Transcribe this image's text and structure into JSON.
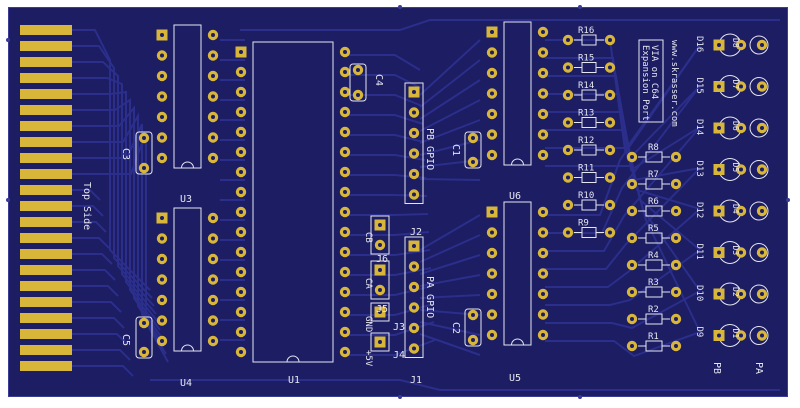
{
  "board": {
    "colors": {
      "substrate": "#1c1d63",
      "trace": "#2a2d86",
      "silk": "#e6e6f0",
      "gold": "#d8b63a",
      "background": "#ffffff"
    },
    "text": {
      "top_side": "Top Side",
      "url": "www.skrasser.com",
      "title_line1": "VIA on C64",
      "title_line2": "Expansion Port",
      "pb_gpio": "PB GPIO",
      "pa_gpio": "PA GPIO",
      "pb": "PB",
      "pa": "PA",
      "cb": "CB",
      "ca": "CA",
      "gnd": "GND",
      "plus5v": "+5V"
    },
    "ics": {
      "u1": "U1",
      "u3": "U3",
      "u4": "U4",
      "u5": "U5",
      "u6": "U6"
    },
    "connectors": {
      "j1": "J1",
      "j2": "J2",
      "j3": "J3",
      "j4": "J4",
      "j5": "J5",
      "j6": "J6"
    },
    "capacitors": {
      "c1": "C1",
      "c2": "C2",
      "c3": "C3",
      "c4": "C4",
      "c5": "C5"
    },
    "resistors_upper": [
      "R16",
      "R15",
      "R14",
      "R13",
      "R12",
      "R11",
      "R10",
      "R9"
    ],
    "resistors_lower": [
      "R8",
      "R7",
      "R6",
      "R5",
      "R4",
      "R3",
      "R2",
      "R1"
    ],
    "leds_inner": [
      "D8",
      "D7",
      "D6",
      "D5",
      "D4",
      "D3",
      "D2",
      "D1"
    ],
    "leds_outer": [
      "D16",
      "D15",
      "D14",
      "D13",
      "D12",
      "D11",
      "D10",
      "D9"
    ]
  }
}
